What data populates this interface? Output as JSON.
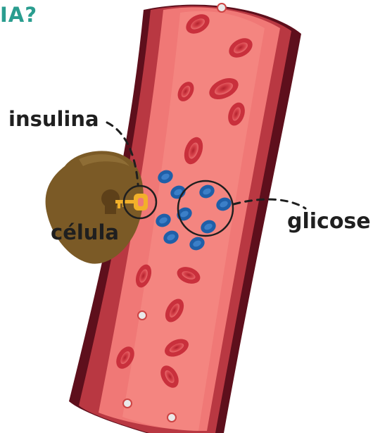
{
  "header": {
    "title_fragment": "IA?"
  },
  "labels": {
    "insulina": "insulina",
    "celula": "célula",
    "glicose": "glicose"
  },
  "colors": {
    "title_teal": "#2a9d8f",
    "vessel_outer": "#5e0f1c",
    "vessel_wall": "#c0404a",
    "vessel_lumen": "#f07876",
    "red_cell": "#c9303c",
    "glucose": "#1f5fa8",
    "insulin_key": "#f2b02a",
    "cell_body": "#7b5a26"
  },
  "icons": {
    "red_blood_cell": "red-blood-cell-icon",
    "glucose_molecule": "glucose-molecule-icon",
    "insulin_key": "key-icon",
    "cell": "cell-icon"
  }
}
